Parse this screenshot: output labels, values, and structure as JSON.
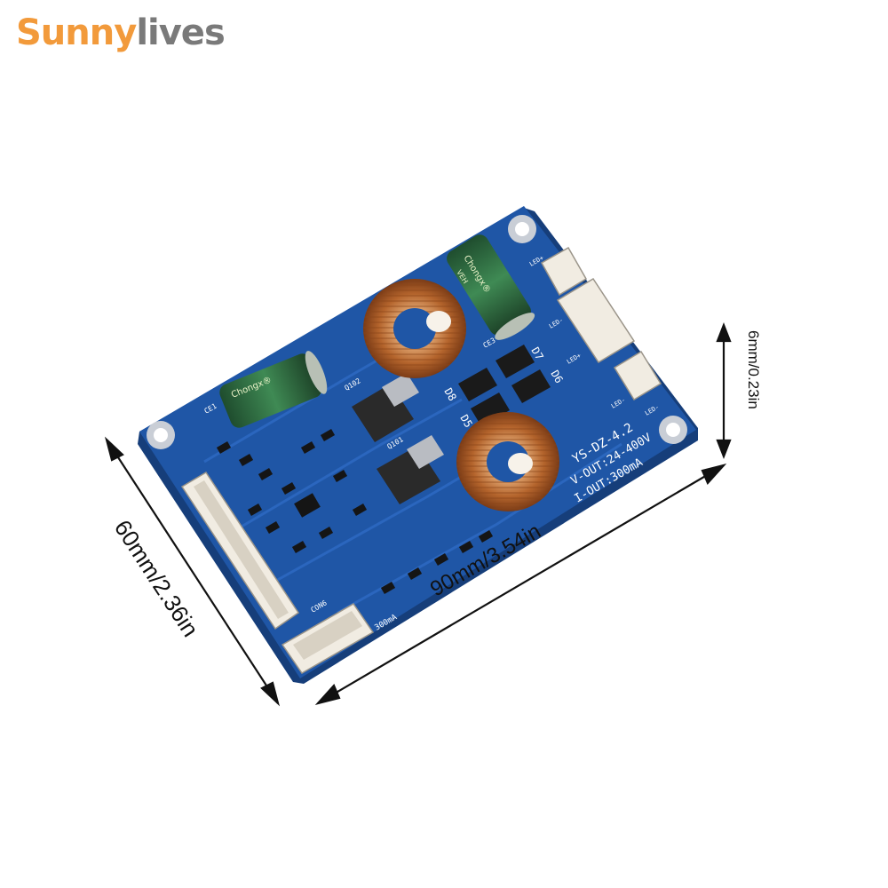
{
  "brand": {
    "part1": "Sunny",
    "part2": "lives",
    "color1": "#f29a3b",
    "color2": "#7a7a7a"
  },
  "dimensions": {
    "width": "90mm/3.54in",
    "height": "60mm/2.36in",
    "thickness": "6mm/0.23in"
  },
  "board": {
    "pcb_color": "#1f56a6",
    "model_label": "YS-DZ-4.2",
    "v_out_label": "V-OUT:24-400V",
    "i_out_label": "I-OUT:300mA",
    "current_label": "300mA",
    "capacitor_brand": "Chongx®",
    "capacitor_sub": "VEH",
    "connector_label": "CON6",
    "ic_labels": [
      "Q102",
      "Q101"
    ],
    "diode_labels": [
      "D7",
      "D6",
      "D8",
      "D5"
    ],
    "capacitor_labels": [
      "CE1",
      "CE3"
    ],
    "led_labels": [
      "LED+",
      "LED-",
      "LED+",
      "LED-",
      "LED-"
    ]
  }
}
